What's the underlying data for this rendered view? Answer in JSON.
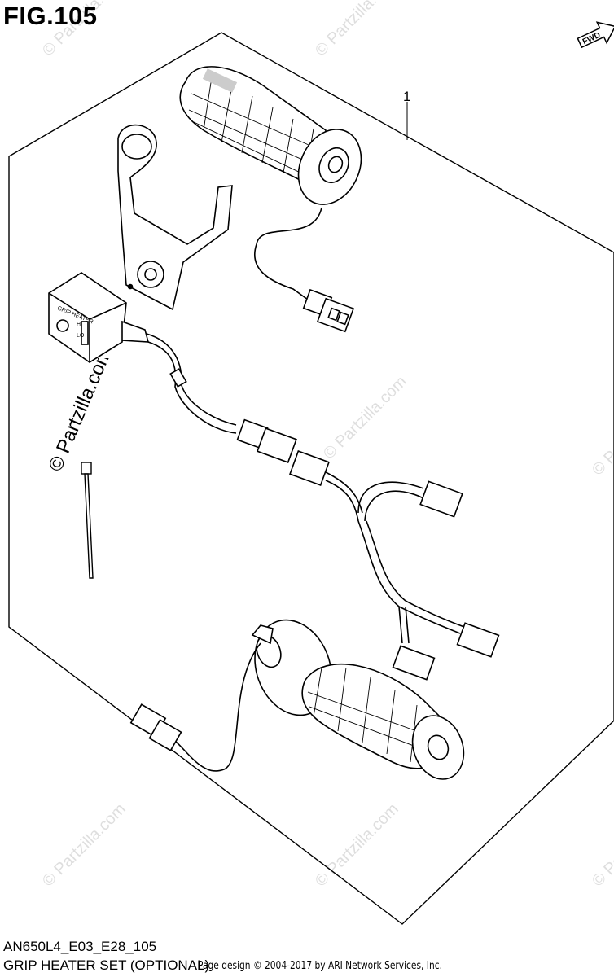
{
  "figure": {
    "title": "FIG.105",
    "model_code": "AN650L4_E03_E28_105",
    "assembly_name": "GRIP HEATER SET (OPTIONAL)",
    "credit": "Page design © 2004-2017 by ARI Network Services, Inc."
  },
  "callouts": [
    {
      "label": "1"
    }
  ],
  "direction_badge": {
    "label": "FWD"
  },
  "switch_labels": {
    "title": "GRIP HEATER",
    "high": "HI",
    "low": "LO"
  },
  "watermark": {
    "text": "© Partzilla.com",
    "repeat_text": "© Partzilla.com"
  }
}
